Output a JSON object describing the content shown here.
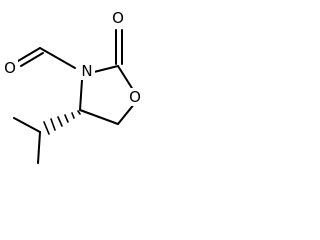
{
  "molecule": {
    "atoms": {
      "o_carbonyl": "O",
      "n_ring": "N",
      "o_ring": "O",
      "o_aldehyde": "O"
    },
    "stereo": "hashed-wedge",
    "colors": {
      "ink": "#000000",
      "background": "#ffffff"
    }
  }
}
